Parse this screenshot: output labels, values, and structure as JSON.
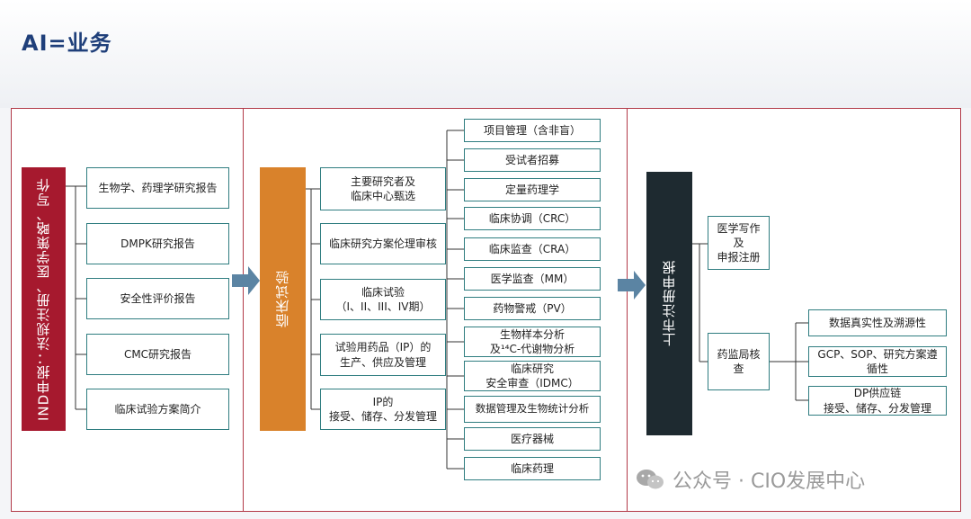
{
  "title": "AI=业务",
  "colors": {
    "frame": "#b23a48",
    "col1_bar": "#a6192e",
    "col2_bar": "#d9822b",
    "col3_bar": "#1e2a30",
    "box_border": "#2f7d80",
    "arrow": "#5b84a3"
  },
  "col1": {
    "bar_label": "IND申报：法规注册、医学策略、写作",
    "items": [
      "生物学、药理学研究报告",
      "DMPK研究报告",
      "安全性评价报告",
      "CMC研究报告",
      "临床试验方案简介"
    ]
  },
  "col2": {
    "bar_label": "临床试验",
    "items": [
      "主要研究者及\n临床中心甄选",
      "临床研究方案伦理审核",
      "临床试验\n（I、II、III、IV期）",
      "试验用药品（IP）的\n生产、供应及管理",
      "IP的\n接受、储存、分发管理"
    ],
    "sub_items": [
      "项目管理（含非盲）",
      "受试者招募",
      "定量药理学",
      "临床协调（CRC）",
      "临床监查（CRA）",
      "医学监查（MM）",
      "药物警戒（PV）",
      "生物样本分析\n及¹⁴C-代谢物分析",
      "临床研究\n安全审查（IDMC）",
      "数据管理及生物统计分析",
      "医疗器械",
      "临床药理"
    ]
  },
  "col3": {
    "bar_label": "上市注册申报",
    "items": [
      "医学写作及\n申报注册",
      "药监局核查"
    ],
    "sub_items": [
      "数据真实性及溯源性",
      "GCP、SOP、研究方案遵循性",
      "DP供应链\n接受、储存、分发管理"
    ]
  },
  "watermark": "公众号 · CIO发展中心"
}
